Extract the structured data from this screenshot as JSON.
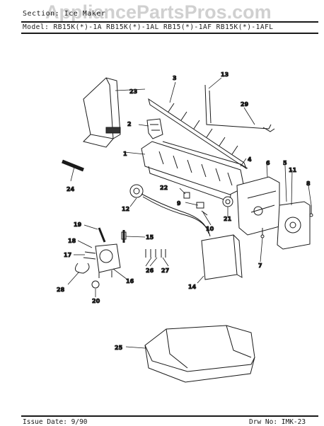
{
  "header": {
    "section_line": "Section: Ice Maker",
    "models_line": "Model: RB15K(*)-1A  RB15K(*)-1AL  RB15(*)-1AF  RB15K(*)-1AFL",
    "watermark": "AppliancePartsPros.com"
  },
  "callouts": {
    "c1": "1",
    "c2": "2",
    "c3": "3",
    "c4": "4",
    "c5": "5",
    "c6": "6",
    "c7": "7",
    "c8": "8",
    "c9": "9",
    "c10": "10",
    "c11": "11",
    "c12": "12",
    "c13": "13",
    "c14": "14",
    "c15": "15",
    "c16": "16",
    "c17": "17",
    "c18": "18",
    "c19": "19",
    "c20": "20",
    "c21": "21",
    "c22": "22",
    "c23": "23",
    "c24": "24",
    "c25": "25",
    "c26": "26",
    "c27": "27",
    "c28": "28",
    "c29": "29"
  },
  "footer": {
    "issue_date": "Issue Date: 9/90",
    "drawing_number": "Drw No: IMK-23"
  },
  "colors": {
    "ink": "#1a1a1a",
    "paper": "#ffffff",
    "watermark": "#969696"
  }
}
